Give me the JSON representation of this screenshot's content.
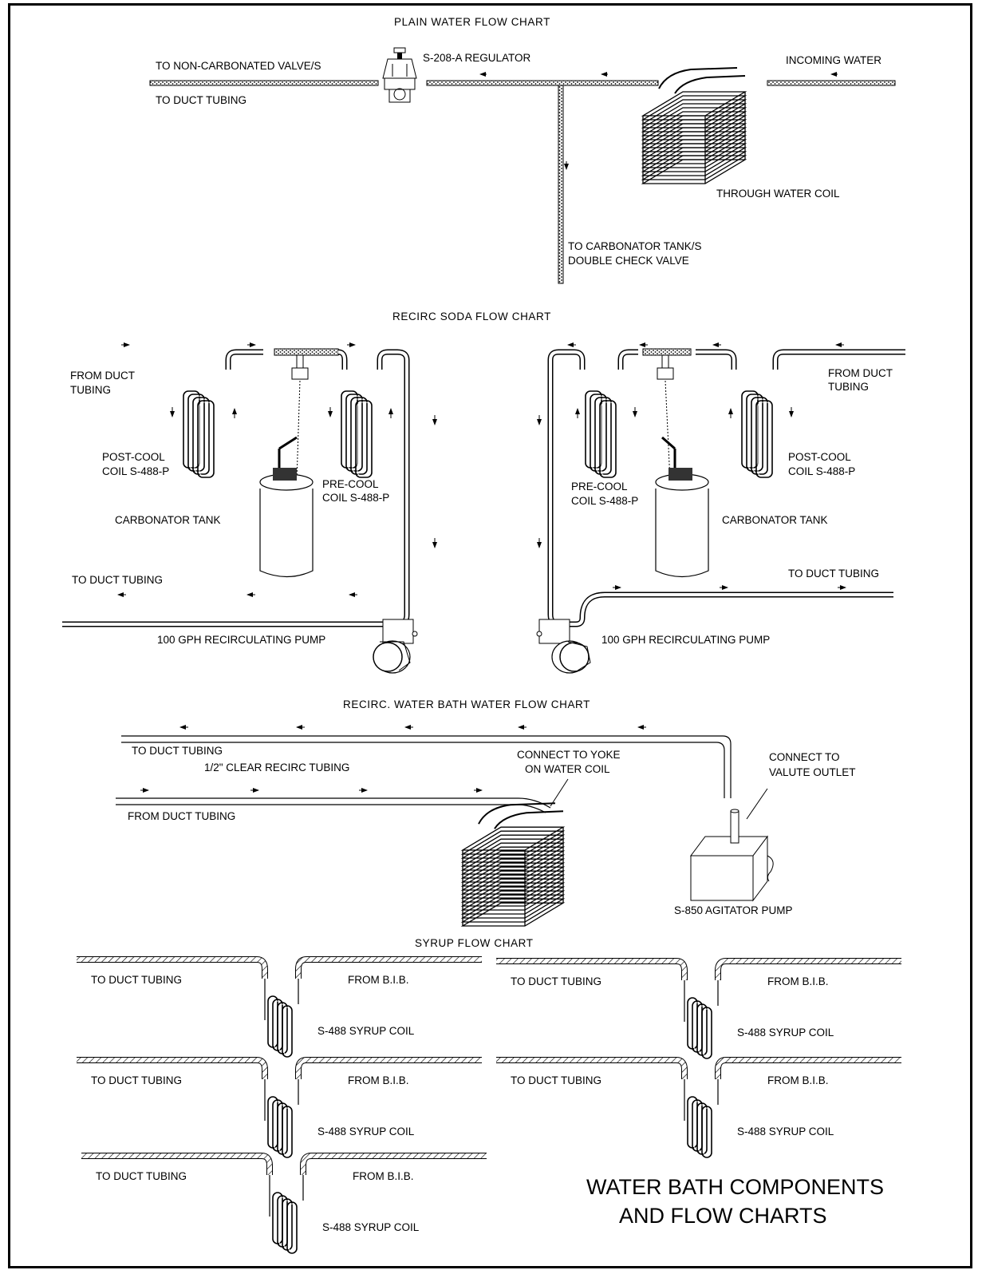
{
  "sections": {
    "plain_water": {
      "title": "PLAIN WATER FLOW CHART",
      "labels": {
        "to_non_carbonated": "TO NON-CARBONATED VALVE/S",
        "to_duct": "TO DUCT TUBING",
        "regulator": "S-208-A REGULATOR",
        "incoming": "INCOMING WATER",
        "through_coil": "THROUGH WATER COIL",
        "carbonator_line1": "TO CARBONATOR TANK/S",
        "carbonator_line2": "DOUBLE CHECK VALVE"
      }
    },
    "recirc_soda": {
      "title": "RECIRC SODA FLOW CHART",
      "left": {
        "from_duct_1": "FROM DUCT",
        "from_duct_2": "TUBING",
        "post_cool_1": "POST-COOL",
        "post_cool_2": "COIL S-488-P",
        "pre_cool_1": "PRE-COOL",
        "pre_cool_2": "COIL S-488-P",
        "tank": "CARBONATOR TANK",
        "to_duct": "TO DUCT TUBING",
        "pump": "100 GPH RECIRCULATING PUMP"
      },
      "right": {
        "from_duct_1": "FROM DUCT",
        "from_duct_2": "TUBING",
        "post_cool_1": "POST-COOL",
        "post_cool_2": "COIL S-488-P",
        "pre_cool_1": "PRE-COOL",
        "pre_cool_2": "COIL S-488-P",
        "tank": "CARBONATOR TANK",
        "to_duct": "TO DUCT TUBING",
        "pump": "100 GPH RECIRCULATING PUMP"
      }
    },
    "water_bath": {
      "title": "RECIRC. WATER BATH WATER FLOW CHART",
      "labels": {
        "to_duct": "TO DUCT TUBING",
        "clear_tubing": "1/2\" CLEAR RECIRC TUBING",
        "from_duct": "FROM DUCT TUBING",
        "yoke_1": "CONNECT TO YOKE",
        "yoke_2": "ON WATER COIL",
        "valute_1": "CONNECT TO",
        "valute_2": "VALUTE OUTLET",
        "agitator": "S-850 AGITATOR PUMP"
      }
    },
    "syrup": {
      "title": "SYRUP FLOW CHART",
      "to_duct": "TO DUCT TUBING",
      "from_bib": "FROM B.I.B.",
      "coil": "S-488 SYRUP COIL"
    }
  },
  "footer_title": {
    "line1": "WATER BATH COMPONENTS",
    "line2": "AND FLOW CHARTS"
  }
}
